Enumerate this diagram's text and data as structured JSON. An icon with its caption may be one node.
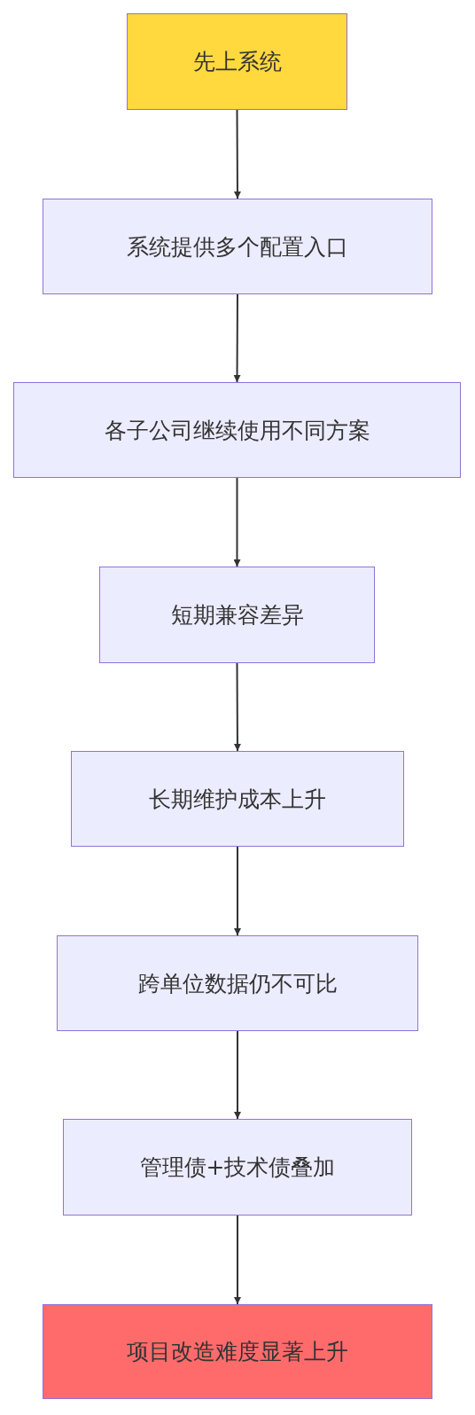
{
  "diagram": {
    "nodes": [
      {
        "text": [
          "先上系统"
        ]
      },
      {
        "text": [
          "系统提供多个配置入口"
        ]
      },
      {
        "text": [
          "各子公司继续使用不同方案"
        ]
      },
      {
        "text": [
          "短期兼容差异"
        ]
      },
      {
        "text": [
          "长期维护成本上升"
        ]
      },
      {
        "text": [
          "跨单位数据仍不可比"
        ]
      },
      {
        "text": [
          "管理债+技术债叠加"
        ]
      },
      {
        "text": [
          "项目改造难度显著上升"
        ]
      }
    ],
    "edges": [
      {
        "from": 0,
        "to": 1,
        "arrow": "to"
      },
      {
        "from": 1,
        "to": 2,
        "arrow": "to"
      },
      {
        "from": 2,
        "to": 3,
        "arrow": "to"
      },
      {
        "from": 3,
        "to": 4,
        "arrow": "to"
      },
      {
        "from": 4,
        "to": 5,
        "arrow": "to"
      },
      {
        "from": 5,
        "to": 6,
        "arrow": "to"
      },
      {
        "from": 6,
        "to": 7,
        "arrow": "to"
      }
    ]
  }
}
